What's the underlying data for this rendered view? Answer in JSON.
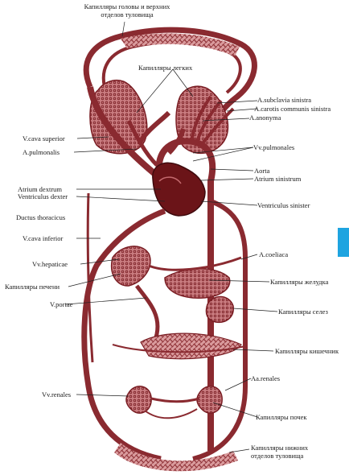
{
  "labels": {
    "cap_head_top": "Капилляры головы и верхних",
    "cap_head_bottom": "отделов туловища",
    "cap_lungs": "Капилляры легких",
    "a_subclavia": "A.subclavia sinistra",
    "a_carotis": "A.carotis communis sinistra",
    "a_anonyma": "A.anonyma",
    "v_cava_superior": "V.cava superior",
    "a_pulmonalis": "A.pulmonalis",
    "vv_pulmonales": "Vv.pulmonales",
    "aorta": "Aorta",
    "atrium_sinistrum": "Atrium sinistrum",
    "atrium_dextrum": "Atrium dextrum",
    "ventriculus_dexter": "Ventriculus dexter",
    "ventriculus_sinister": "Ventriculus sinister",
    "ductus_thoracicus": "Ductus thoracicus",
    "v_cava_inferior": "V.cava inferior",
    "a_coeliaca": "A.coeliaca",
    "vv_hepaticae": "Vv.hepaticae",
    "cap_stomach": "Капилляры желудка",
    "cap_liver": "Капилляры печени",
    "v_portae": "V.portae",
    "cap_spleen": "Капилляры селез",
    "cap_intestine": "Капилляры кишечник",
    "aa_renales": "Aa.renales",
    "vv_renales": "Vv.renales",
    "cap_kidneys": "Капилляры почек",
    "cap_lower_top": "Капилляры нижних",
    "cap_lower_bottom": "отделов туловища"
  },
  "colors": {
    "vessel": "#8a2a30",
    "vessel_light": "#c46a6e",
    "heart": "#6b1418",
    "line": "#222222",
    "accent_tab": "#1ea4e0"
  }
}
